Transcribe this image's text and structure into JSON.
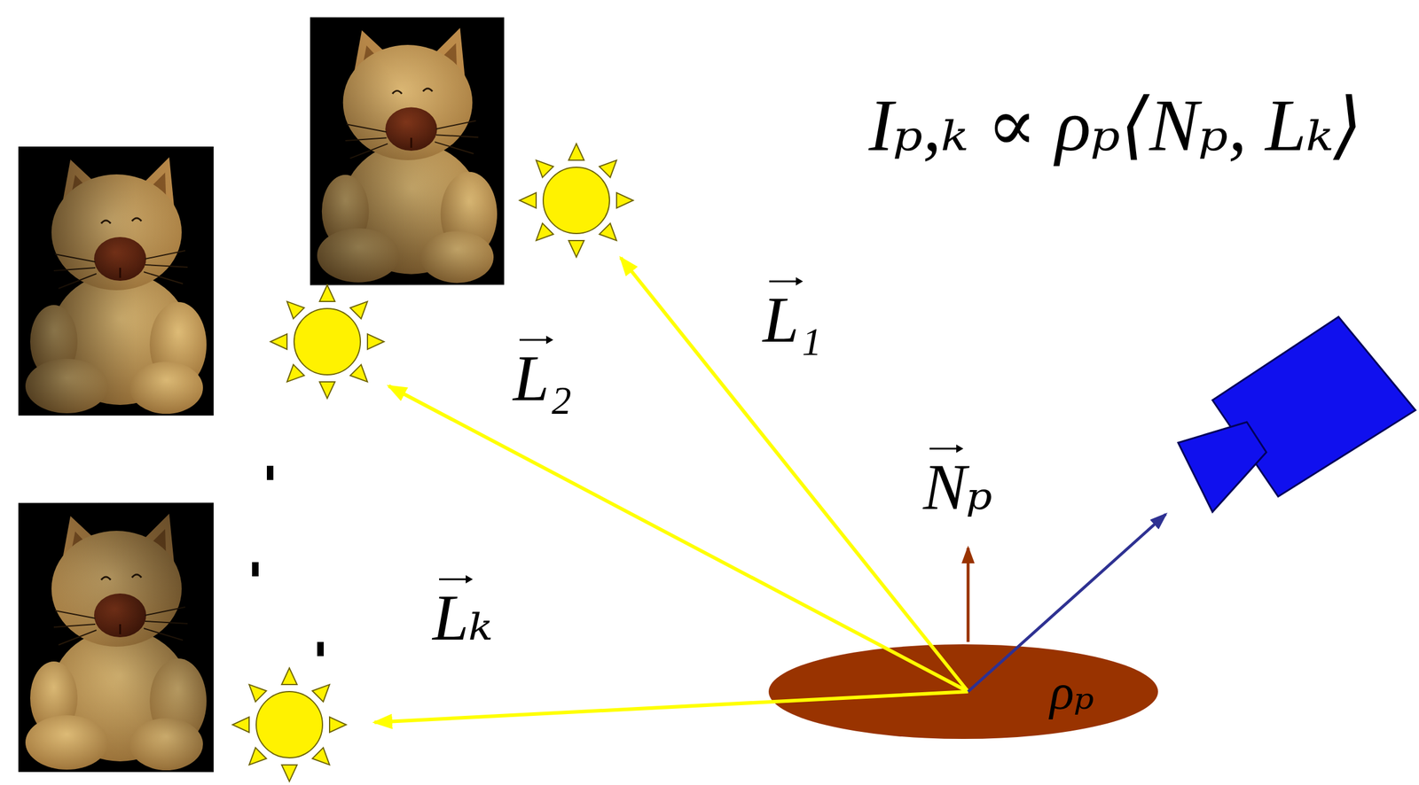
{
  "diagram": {
    "nodes": [
      {
        "text": [
          "ρₚ"
        ]
      }
    ],
    "labels": [
      "Iₚ,ₖ ∝ ρₚ⟨Nₚ, Lₖ⟩",
      "L₁",
      "L₂",
      "Lₖ",
      "Nₚ"
    ]
  }
}
